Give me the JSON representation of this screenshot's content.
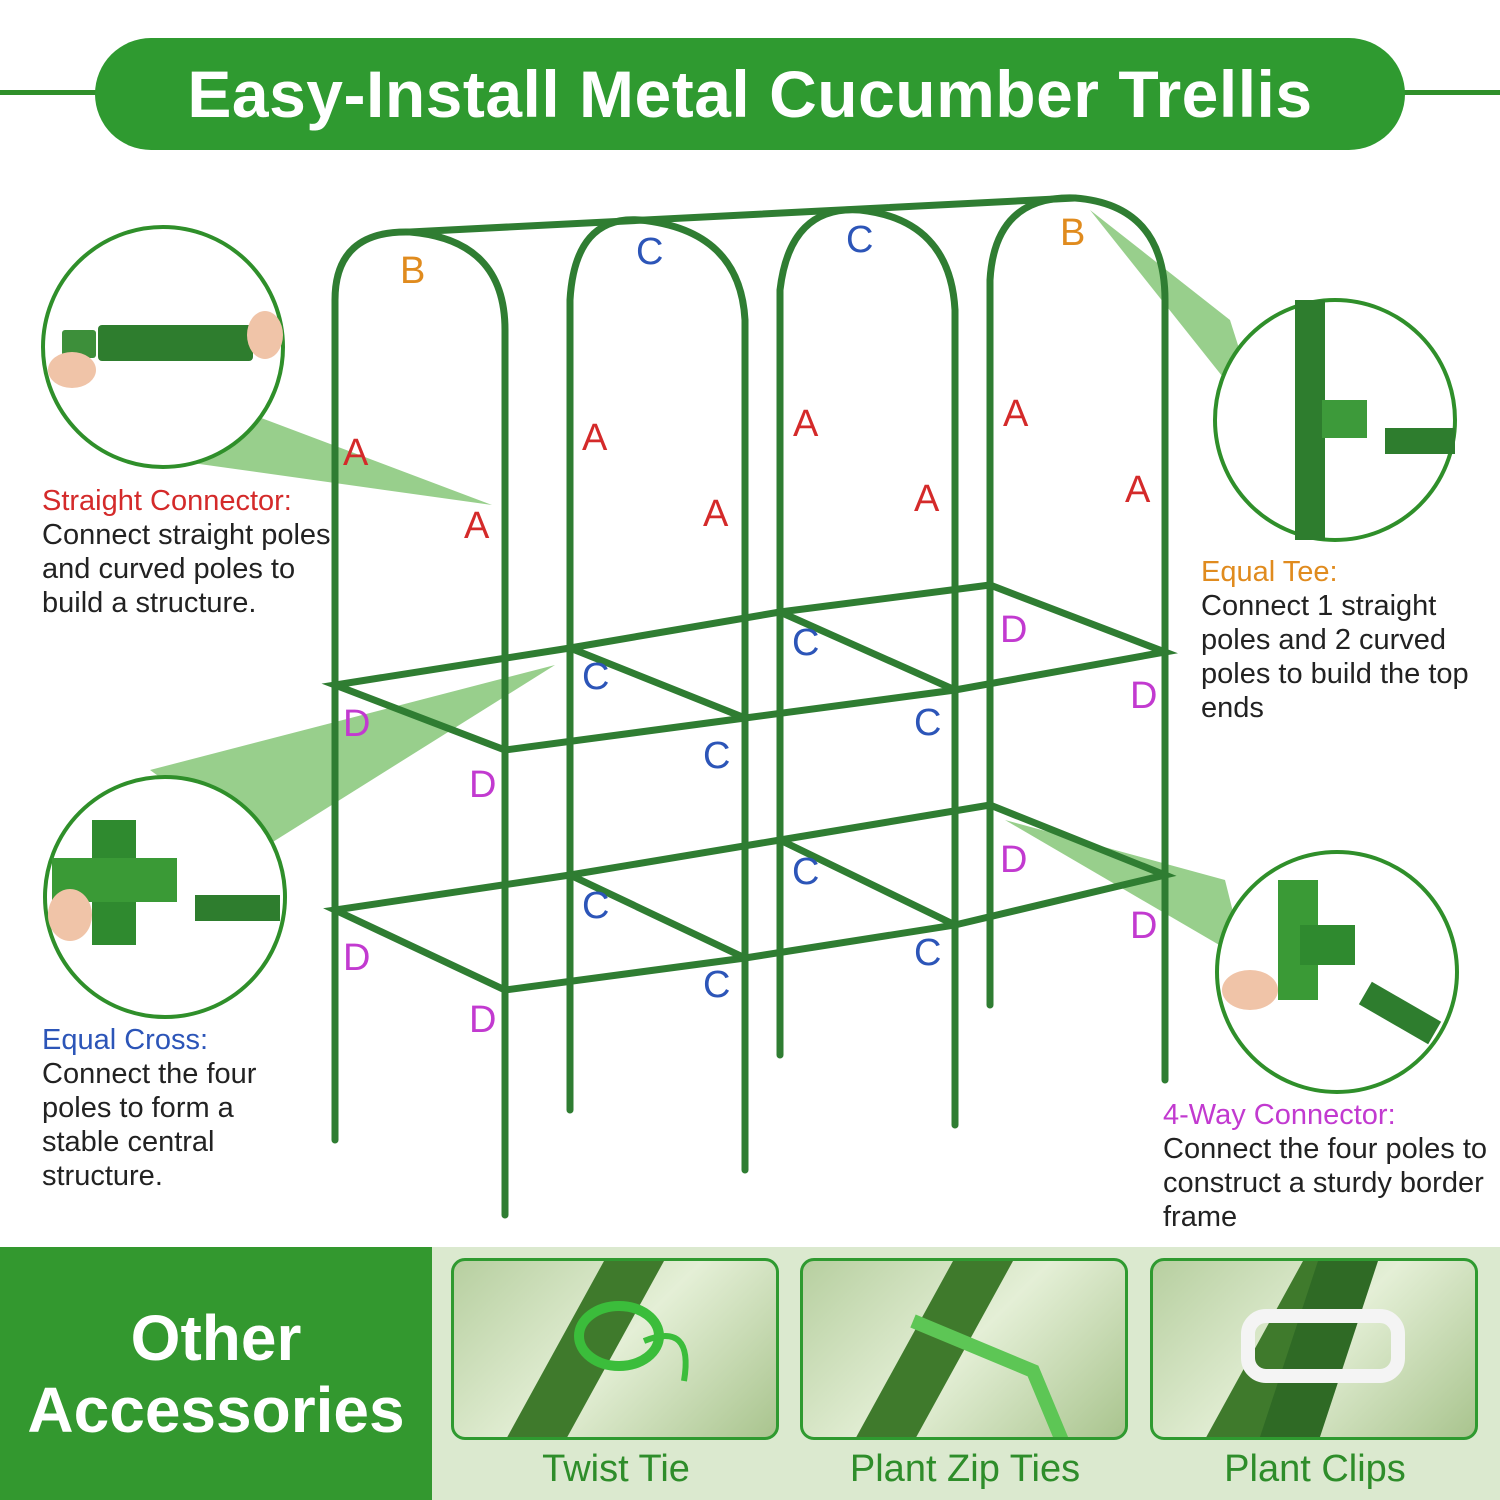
{
  "banner": {
    "title": "Easy-Install Metal Cucumber Trellis"
  },
  "labels": {
    "A": "A",
    "B": "B",
    "C": "C",
    "D": "D"
  },
  "connectors": {
    "straight": {
      "title": "Straight Connector:",
      "desc": "Connect straight poles and curved poles to build a structure."
    },
    "tee": {
      "title": "Equal Tee:",
      "desc": "Connect 1 straight poles and 2 curved poles to build the top ends"
    },
    "cross": {
      "title": "Equal Cross:",
      "desc": "Connect the four poles to form a stable central structure."
    },
    "fourway": {
      "title": "4-Way Connector:",
      "desc": "Connect the four poles to construct a sturdy border frame"
    }
  },
  "accessories": {
    "heading": "Other Accessories",
    "items": [
      {
        "label": "Twist Tie"
      },
      {
        "label": "Plant Zip Ties"
      },
      {
        "label": "Plant Clips"
      }
    ]
  },
  "colors": {
    "brand_green": "#2f9a30",
    "pole_green": "#2f7d32",
    "label_A": "#d42a2a",
    "label_B": "#e08b1e",
    "label_C": "#2c55b8",
    "label_D": "#c23ad0"
  }
}
